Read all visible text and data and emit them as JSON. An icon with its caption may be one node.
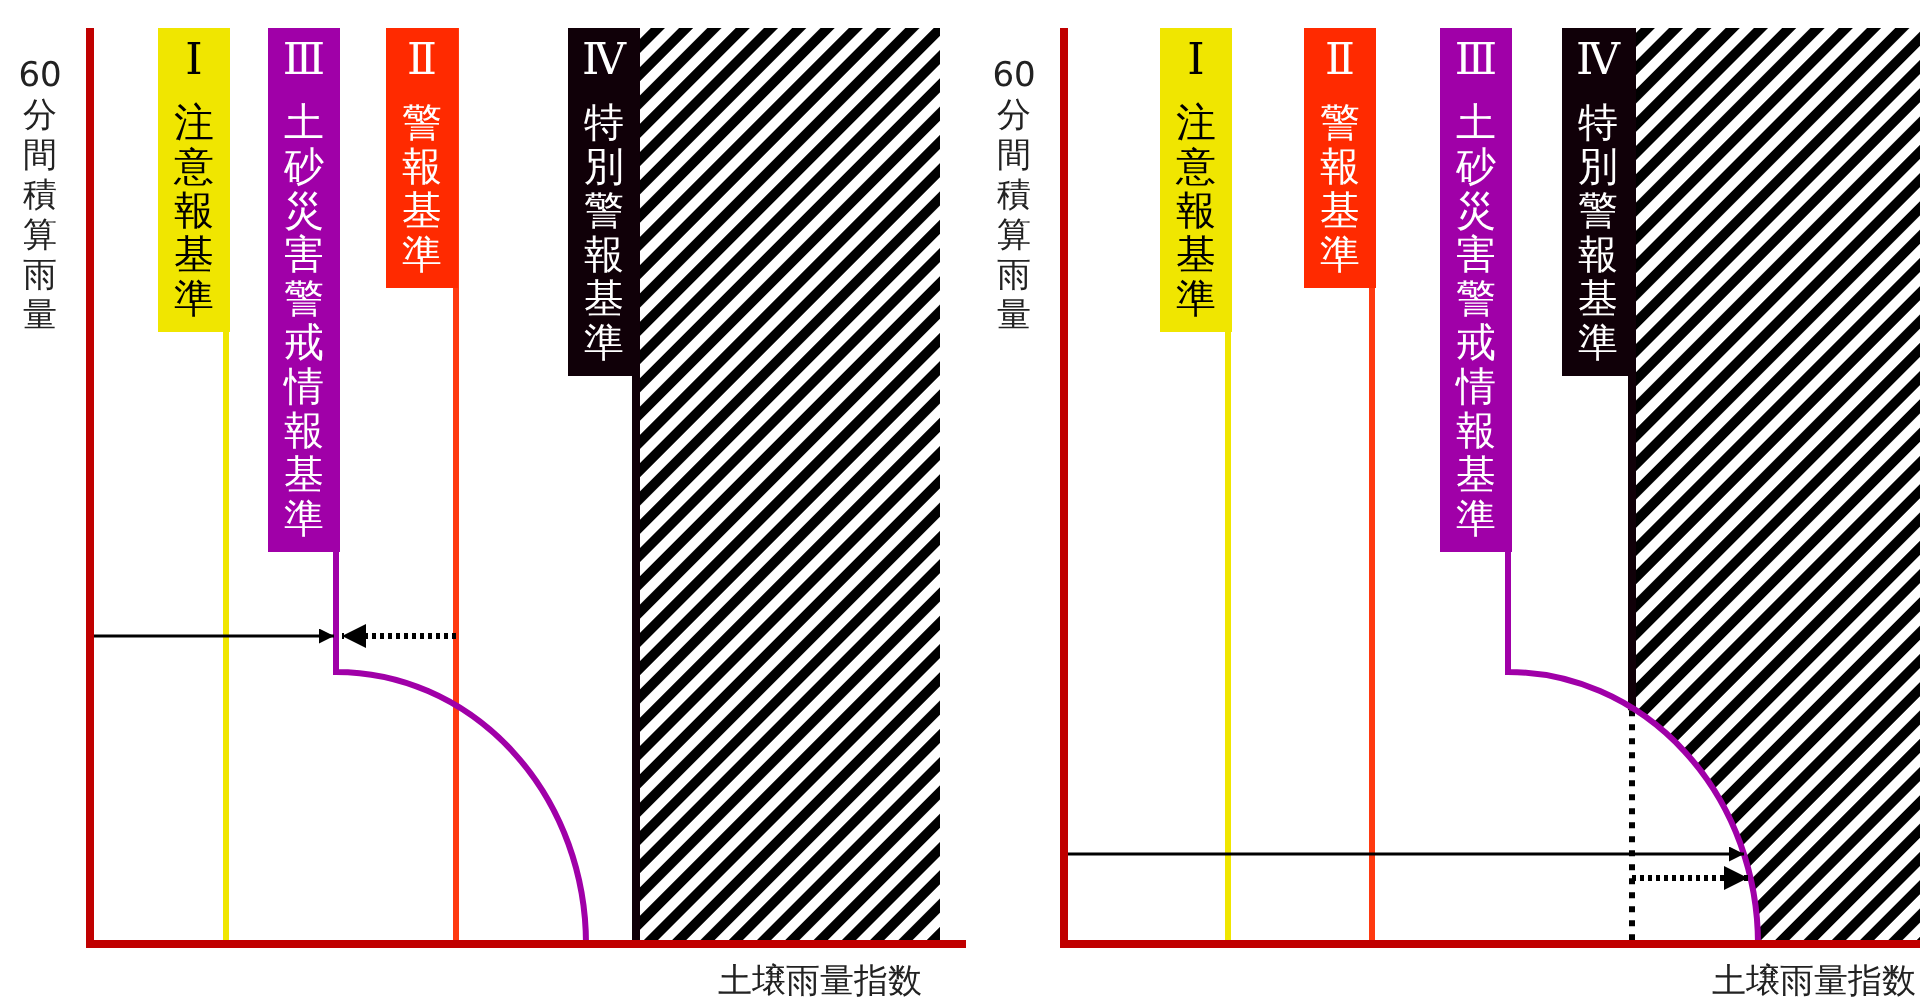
{
  "diagram": {
    "nodes": [
      {
        "text": [
          "Ⅰ",
          "注意報基準"
        ]
      },
      {
        "text": [
          "Ⅲ",
          "土砂災害警戒情報基準"
        ]
      },
      {
        "text": [
          "Ⅱ",
          "警報基準"
        ]
      },
      {
        "text": [
          "Ⅳ",
          "特別警報基準"
        ]
      },
      {
        "text": [
          "Ⅰ",
          "注意報基準"
        ]
      },
      {
        "text": [
          "Ⅱ",
          "警報基準"
        ]
      },
      {
        "text": [
          "Ⅲ",
          "土砂災害警戒情報基準"
        ]
      },
      {
        "text": [
          "Ⅳ",
          "特別警報基準"
        ]
      }
    ],
    "labels": [
      "60分間積算雨量",
      "土壌雨量指数",
      "60分間積算雨量",
      "土壌雨量指数"
    ]
  }
}
